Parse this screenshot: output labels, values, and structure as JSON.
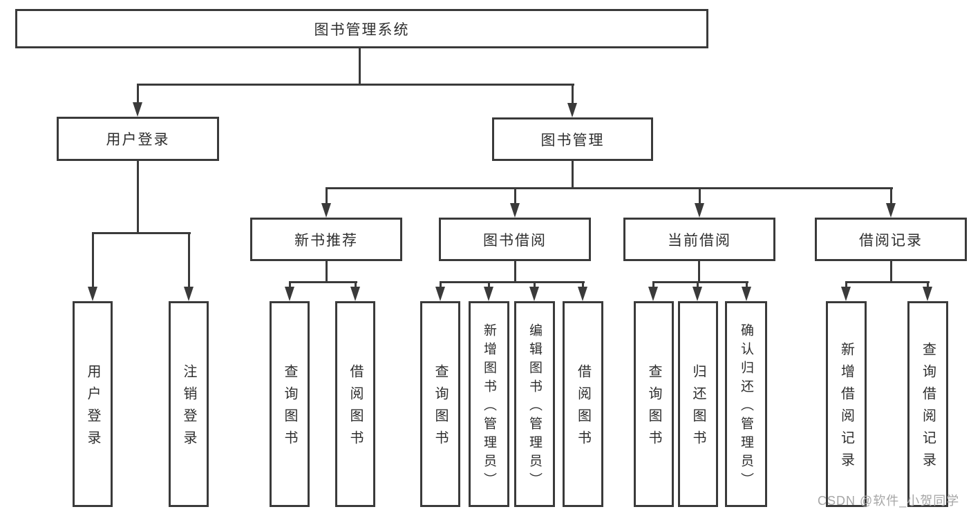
{
  "diagram": {
    "root": {
      "label": "图书管理系统"
    },
    "user_login": {
      "label": "用户登录",
      "children": [
        {
          "label": "用户登录"
        },
        {
          "label": "注销登录"
        }
      ]
    },
    "book_management": {
      "label": "图书管理",
      "sections": {
        "new_books": {
          "label": "新书推荐",
          "children": [
            {
              "label": "查询图书"
            },
            {
              "label": "借阅图书"
            }
          ]
        },
        "book_borrowing": {
          "label": "图书借阅",
          "children": [
            {
              "label": "查询图书"
            },
            {
              "label": "新增图书（管理员）"
            },
            {
              "label": "编辑图书（管理员）"
            },
            {
              "label": "借阅图书"
            }
          ]
        },
        "current_borrowing": {
          "label": "当前借阅",
          "children": [
            {
              "label": "查询图书"
            },
            {
              "label": "归还图书"
            },
            {
              "label": "确认归还（管理员）"
            }
          ]
        },
        "borrowing_records": {
          "label": "借阅记录",
          "children": [
            {
              "label": "新增借阅记录"
            },
            {
              "label": "查询借阅记录"
            }
          ]
        }
      }
    }
  },
  "watermark": {
    "text": "CSDN @软件_小贺同学"
  },
  "colors": {
    "line": "#3a3a3a",
    "text": "#2e2e2e",
    "watermark": "#a6a6a6"
  }
}
